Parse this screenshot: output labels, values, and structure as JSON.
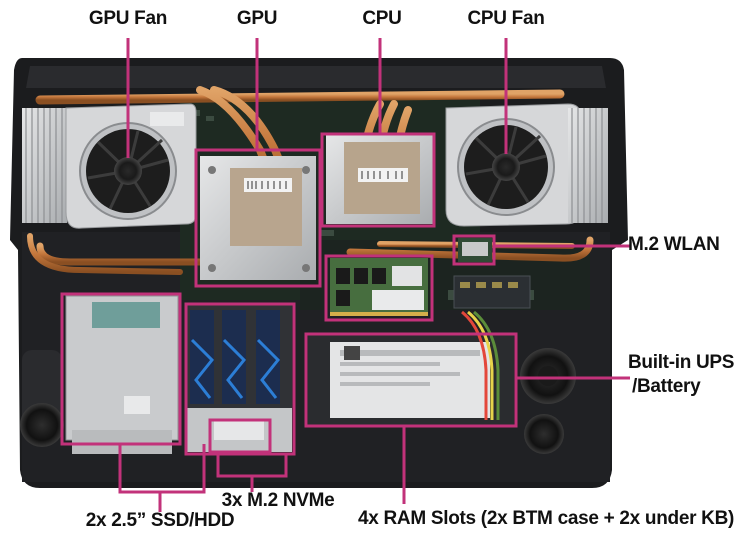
{
  "labels": {
    "gpu_fan": "GPU Fan",
    "gpu": "GPU",
    "cpu": "CPU",
    "cpu_fan": "CPU Fan",
    "m2_wlan": "M.2 WLAN",
    "ups_line1": "Built-in UPS",
    "ups_line2": "/Battery",
    "ssd_hdd": "2x 2.5” SSD/HDD",
    "m2_nvme": "3x M.2 NVMe",
    "ram_slots": "4x RAM Slots (2x BTM case + 2x under KB)"
  },
  "colors": {
    "highlight": "#c2327a",
    "leader": "#c2327a",
    "chassis": "#1b1c1e",
    "copper": "#c98a4b",
    "aluminum": "#cfd1d3",
    "pcb_green": "#3f5f3a",
    "battery": "#25282b"
  },
  "icons": {
    "fan": "fan-icon",
    "heatsink": "heatsink-icon",
    "drive": "drive-icon",
    "nvme": "nvme-card-icon",
    "ram": "ram-module-icon",
    "battery": "battery-icon",
    "speaker": "speaker-icon"
  }
}
